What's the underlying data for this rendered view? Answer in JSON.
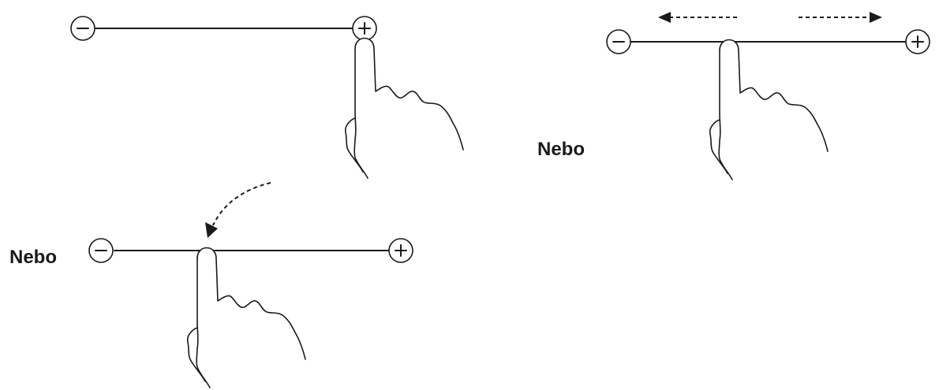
{
  "panels": [
    {
      "id": "top-left",
      "label": ""
    },
    {
      "id": "right",
      "label": "Nebo"
    },
    {
      "id": "bottom-left",
      "label": "Nebo"
    }
  ],
  "icons": {
    "minus": "minus-circle-icon",
    "plus": "plus-circle-icon",
    "hand": "pointing-hand-icon",
    "arrow": "dashed-arrow-icon"
  }
}
